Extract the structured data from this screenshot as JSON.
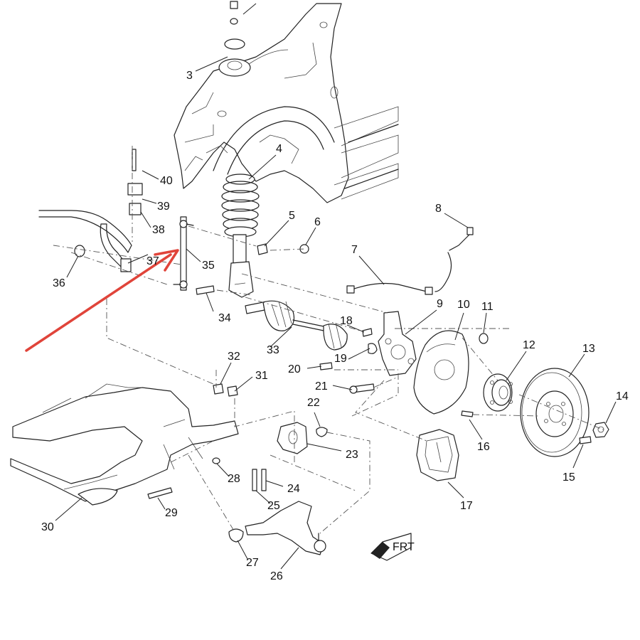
{
  "diagram": {
    "callouts": [
      {
        "id": "c3",
        "text": "3"
      },
      {
        "id": "c4",
        "text": "4"
      },
      {
        "id": "c5",
        "text": "5"
      },
      {
        "id": "c6",
        "text": "6"
      },
      {
        "id": "c7",
        "text": "7"
      },
      {
        "id": "c8",
        "text": "8"
      },
      {
        "id": "c9",
        "text": "9"
      },
      {
        "id": "c10",
        "text": "10"
      },
      {
        "id": "c11",
        "text": "11"
      },
      {
        "id": "c12",
        "text": "12"
      },
      {
        "id": "c13",
        "text": "13"
      },
      {
        "id": "c14",
        "text": "14"
      },
      {
        "id": "c15",
        "text": "15"
      },
      {
        "id": "c16",
        "text": "16"
      },
      {
        "id": "c17",
        "text": "17"
      },
      {
        "id": "c18",
        "text": "18"
      },
      {
        "id": "c19",
        "text": "19"
      },
      {
        "id": "c20",
        "text": "20"
      },
      {
        "id": "c21",
        "text": "21"
      },
      {
        "id": "c22",
        "text": "22"
      },
      {
        "id": "c23",
        "text": "23"
      },
      {
        "id": "c24",
        "text": "24"
      },
      {
        "id": "c25",
        "text": "25"
      },
      {
        "id": "c26",
        "text": "26"
      },
      {
        "id": "c27",
        "text": "27"
      },
      {
        "id": "c28",
        "text": "28"
      },
      {
        "id": "c29",
        "text": "29"
      },
      {
        "id": "c30",
        "text": "30"
      },
      {
        "id": "c31",
        "text": "31"
      },
      {
        "id": "c32",
        "text": "32"
      },
      {
        "id": "c33",
        "text": "33"
      },
      {
        "id": "c34",
        "text": "34"
      },
      {
        "id": "c35",
        "text": "35"
      },
      {
        "id": "c36",
        "text": "36"
      },
      {
        "id": "c37",
        "text": "37"
      },
      {
        "id": "c38",
        "text": "38"
      },
      {
        "id": "c39",
        "text": "39"
      },
      {
        "id": "c40",
        "text": "40"
      }
    ],
    "front_indicator": "FRT",
    "annotation_arrow_color": "#e0443a",
    "line_color": "#222222"
  }
}
